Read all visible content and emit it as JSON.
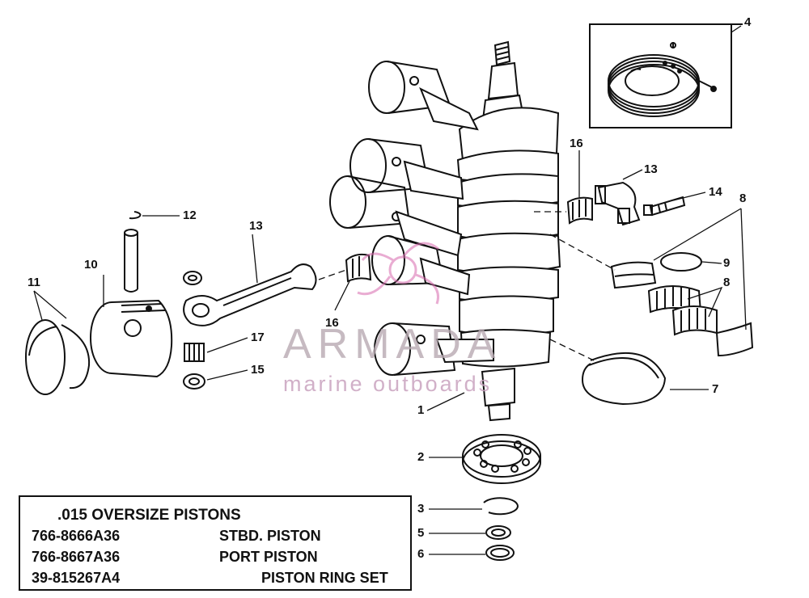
{
  "callouts": {
    "c1": "1",
    "c2": "2",
    "c3": "3",
    "c4": "4",
    "c5": "5",
    "c6": "6",
    "c7": "7",
    "c8a": "8",
    "c8b": "8",
    "c9": "9",
    "c10": "10",
    "c11": "11",
    "c12": "12",
    "c13a": "13",
    "c13b": "13",
    "c14": "14",
    "c15": "15",
    "c16a": "16",
    "c16b": "16",
    "c17": "17"
  },
  "watermark": {
    "brand": "ARMADA",
    "tagline": "marine outboards"
  },
  "parts_table": {
    "title": ".015 OVERSIZE PISTONS",
    "rows": [
      {
        "part_number": "766-8666A36",
        "description": "STBD. PISTON"
      },
      {
        "part_number": "766-8667A36",
        "description": "PORT PISTON"
      },
      {
        "part_number": "39-815267A4",
        "description": "PISTON RING SET"
      }
    ]
  }
}
